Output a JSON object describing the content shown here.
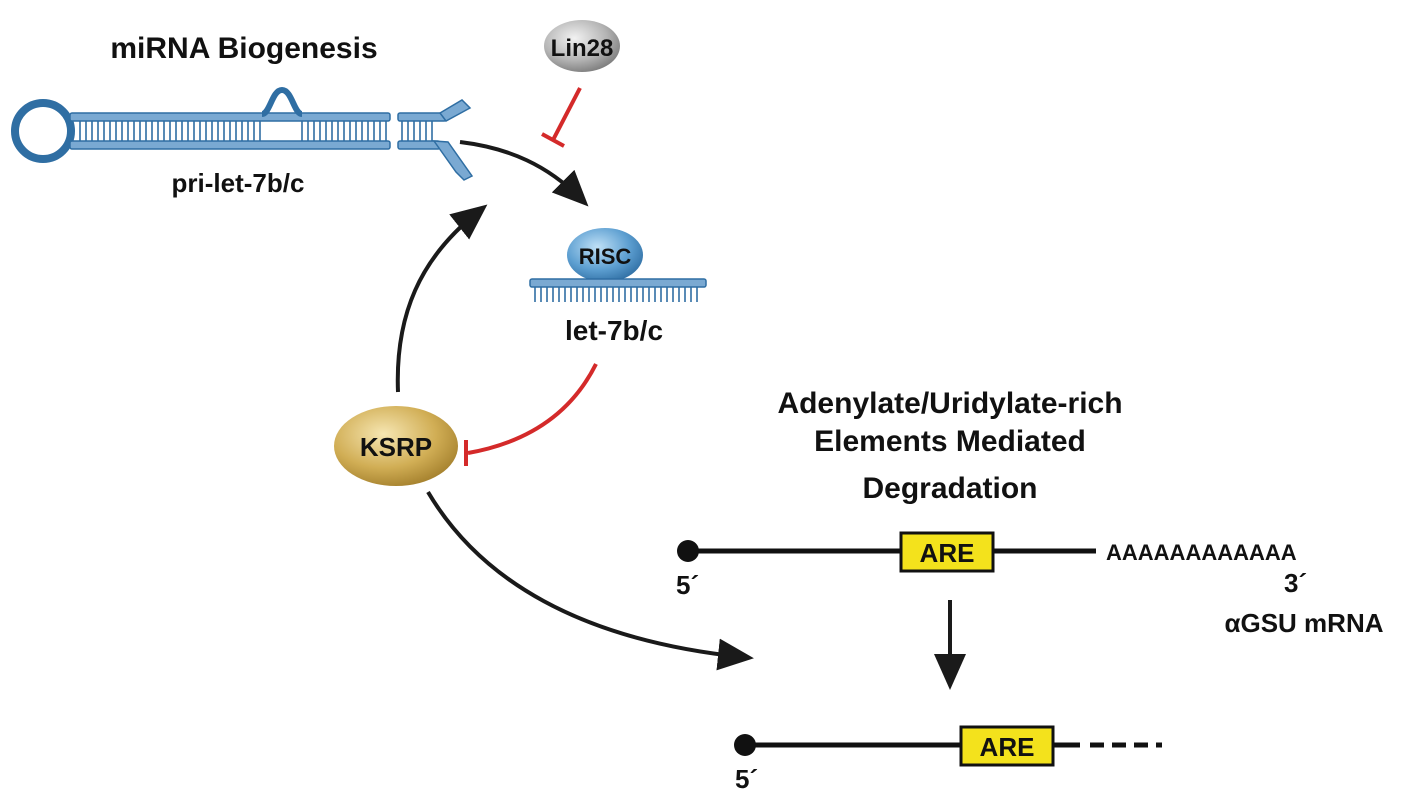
{
  "title": "miRNA Biogenesis",
  "pri_label": "pri-let-7b/c",
  "lin28_label": "Lin28",
  "risc_label": "RISC",
  "let7_label": "let-7b/c",
  "ksrp_label": "KSRP",
  "degradation_title": [
    "Adenylate/Uridylate-rich",
    "Elements Mediated",
    "Degradation"
  ],
  "are_label": "ARE",
  "poly_a": "AAAAAAAAAAAA",
  "five_prime": "5´",
  "three_prime": "3´",
  "mrna_label": "αGSU mRNA",
  "colors": {
    "inhibit": "#d42a2a",
    "arrow": "#1a1a1a",
    "are_fill": "#f3e21c",
    "rna_blue": "#2f6ea3",
    "ksrp_gold": "#c9a446",
    "lin28_gray": "#9a9a9a",
    "risc_blue": "#4e8fc4"
  }
}
